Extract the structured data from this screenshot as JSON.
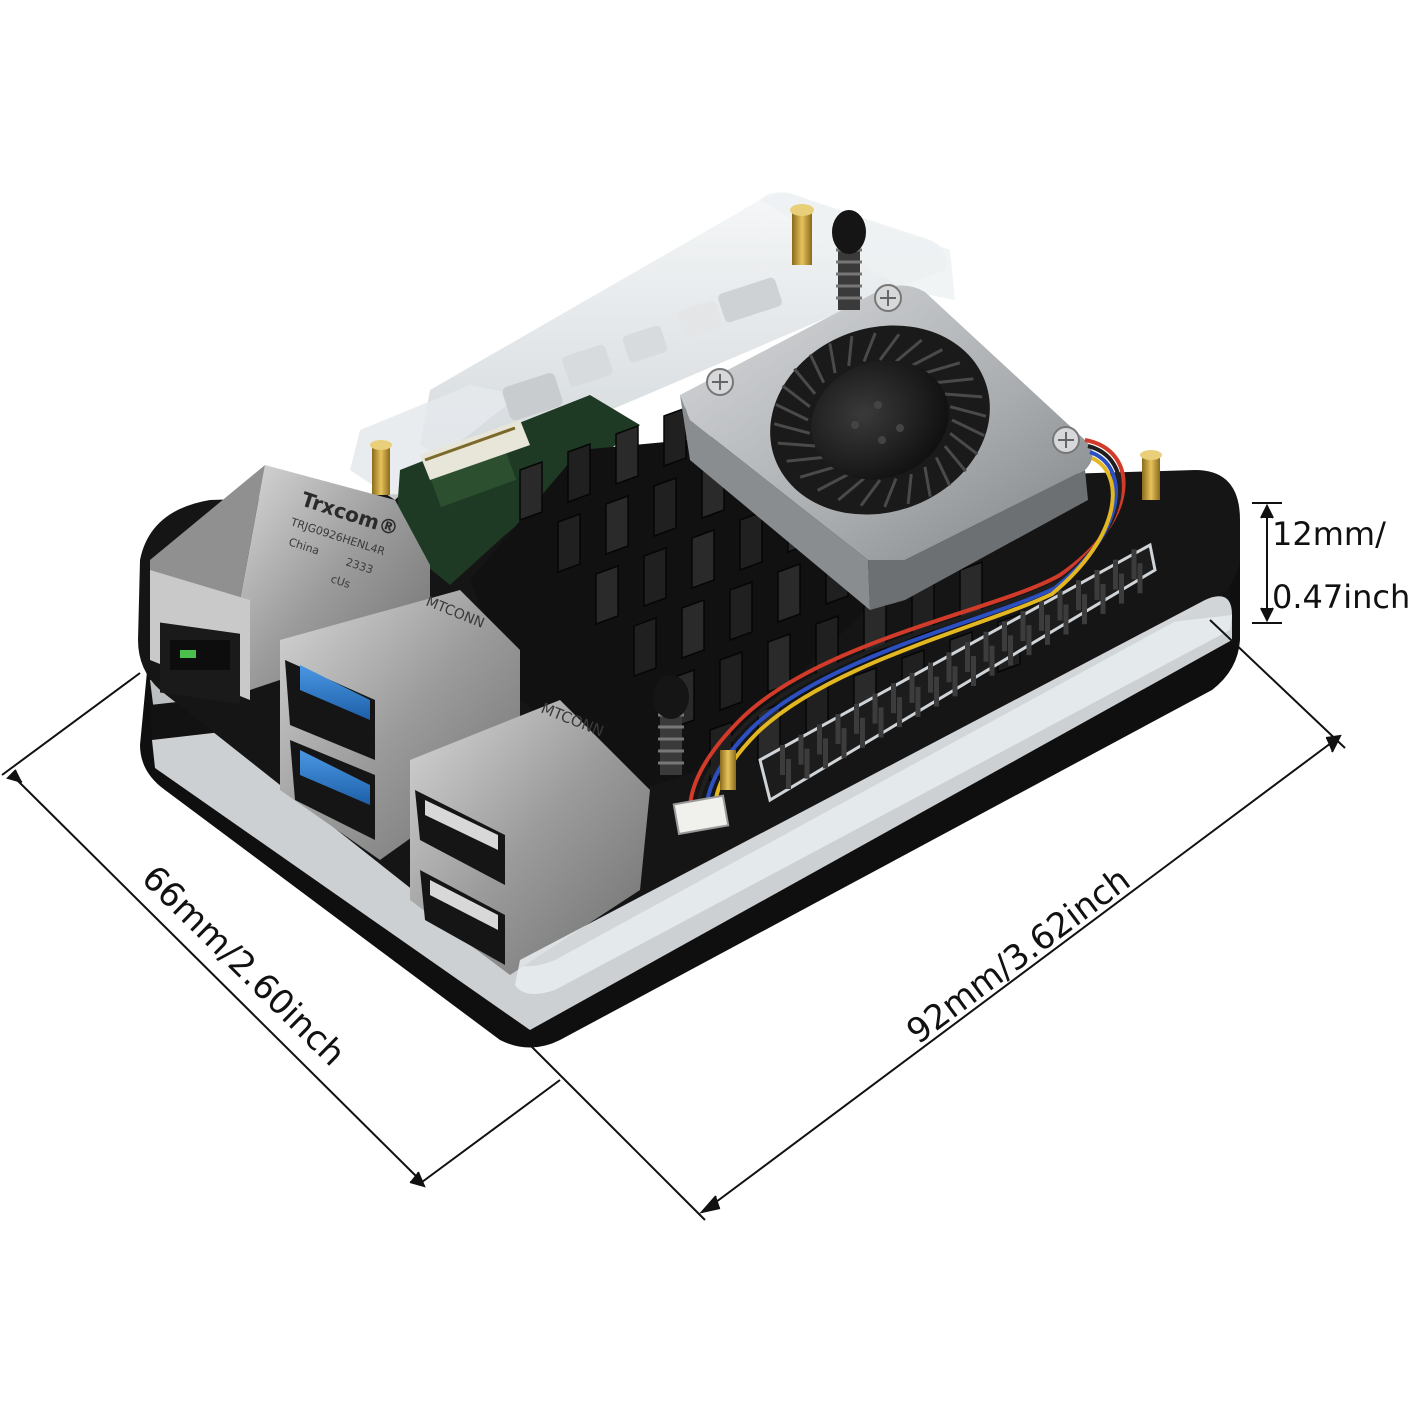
{
  "dimensions": {
    "height_line1": "12mm/",
    "height_line2": "0.47inch",
    "width": "66mm/2.60inch",
    "length": "92mm/3.62inch"
  },
  "labels": {
    "ethernet_brand": "Trxcom®",
    "ethernet_part": "TRJG0926HENL4R",
    "ethernet_origin": "China",
    "ethernet_code": "2333",
    "ethernet_mark": "cUs",
    "usb_brand_1": "MTCONN",
    "usb_brand_2": "MTCONN"
  },
  "colors": {
    "acrylic_black": "#141414",
    "acrylic_clear": "#e8ecef",
    "heatsink": "#1a1a1a",
    "fan_cover": "#b9bcbf",
    "usb3_blue": "#2a7bd1",
    "ethernet_metal": "#a9aaa9",
    "gpio_pins": "#2b2b2b",
    "brass_standoff": "#c9a23c"
  }
}
